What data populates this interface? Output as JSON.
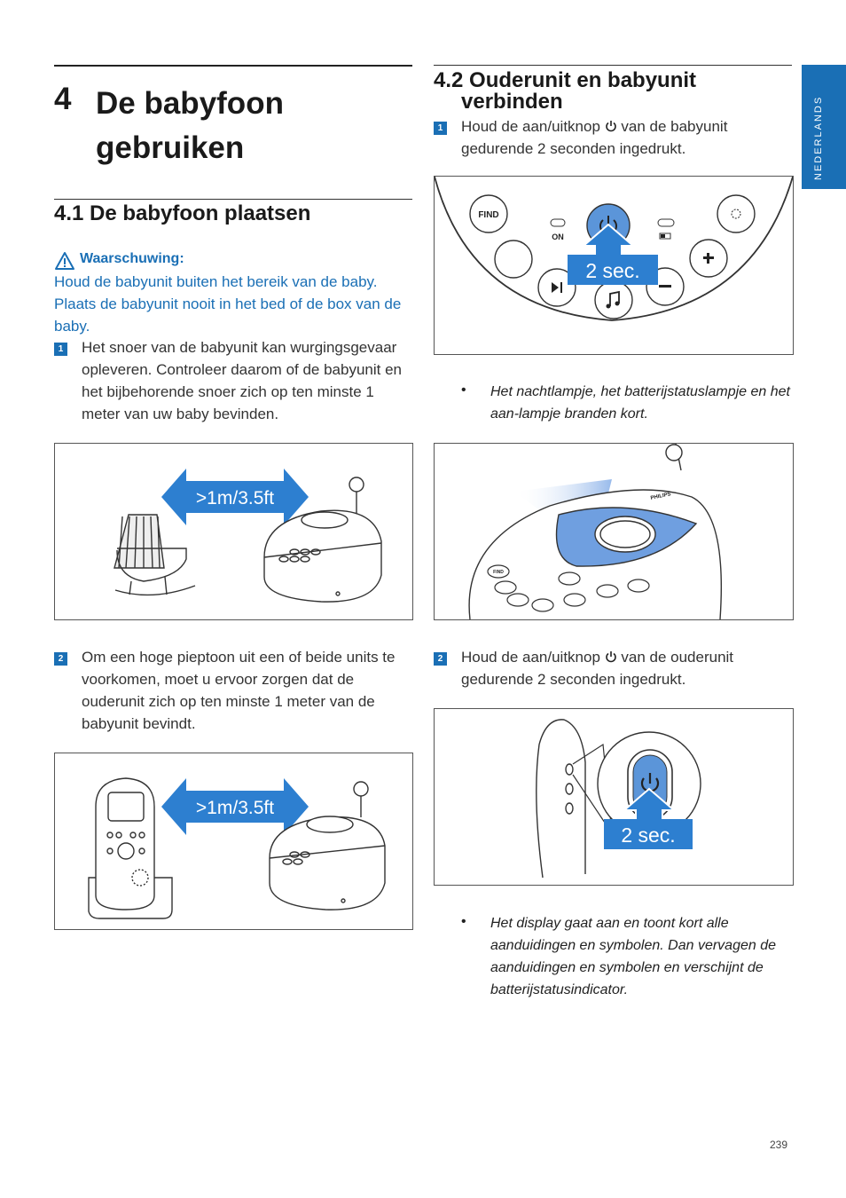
{
  "side_tab": {
    "label": "NEDERLANDS"
  },
  "chapter": {
    "number": "4",
    "title": "De babyfoon gebruiken"
  },
  "section_41": {
    "title": "4.1 De babyfoon plaatsen",
    "warning_label": "Waarschuwing:",
    "warning_text": "Houd de babyunit buiten het bereik van de baby. Plaats de babyunit nooit in het bed of de box van de baby.",
    "step1_num": "1",
    "step1_text": "Het snoer van de babyunit kan wurgingsgevaar opleveren. Controleer daarom of de babyunit en het bijbehorende snoer zich op ten minste 1 meter van uw baby bevinden.",
    "figure1_distance": ">1m/3.5ft",
    "step2_num": "2",
    "step2_text": "Om een hoge pieptoon uit een of beide units te voorkomen, moet u ervoor zorgen dat de ouderunit zich op ten minste 1 meter van de babyunit bevindt.",
    "figure2_distance": ">1m/3.5ft"
  },
  "section_42": {
    "title_line1": "4.2 Ouderunit en babyunit",
    "title_line2": "verbinden",
    "step1_num": "1",
    "step1_text_a": "Houd de aan/uitknop",
    "step1_text_b": "van de babyunit gedurende 2 seconden ingedrukt.",
    "figure1": {
      "find_label": "FIND",
      "on_label": "ON",
      "duration_label": "2 sec."
    },
    "bullet1": "Het nachtlampje, het batterijstatuslampje en het aan-lampje branden kort.",
    "figure2": {
      "find_label": "FIND",
      "brand_label": "PHILIPS"
    },
    "step2_num": "2",
    "step2_text_a": "Houd de aan/uitknop",
    "step2_text_b": "van de ouderunit gedurende 2 seconden ingedrukt.",
    "figure3": {
      "duration_label": "2 sec."
    },
    "bullet2": "Het display gaat aan en toont kort alle aanduidingen en symbolen. Dan vervagen de aanduidingen en symbolen en verschijnt de batterijstatusindicator."
  },
  "page_number": "239",
  "colors": {
    "accent_blue": "#1a6fb5",
    "arrow_blue": "#2d7fd0",
    "highlight_blue": "#5b95d9"
  }
}
